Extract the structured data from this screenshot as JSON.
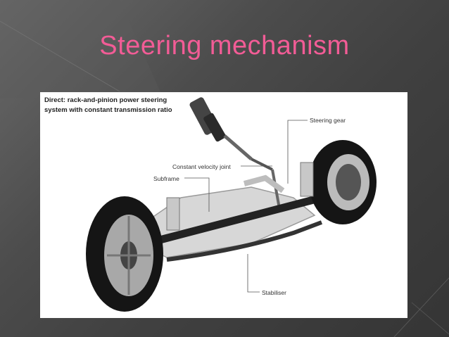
{
  "slide": {
    "title": "Steering mechanism"
  },
  "figure": {
    "caption_line1": "Direct: rack-and-pinion power steering",
    "caption_line2": "system with constant transmission ratio",
    "labels": {
      "steering_gear": "Steering gear",
      "cv_joint": "Constant velocity joint",
      "subframe": "Subframe",
      "stabiliser": "Stabiliser"
    }
  },
  "colors": {
    "title": "#f25c96",
    "background": "#4c4c4c"
  }
}
